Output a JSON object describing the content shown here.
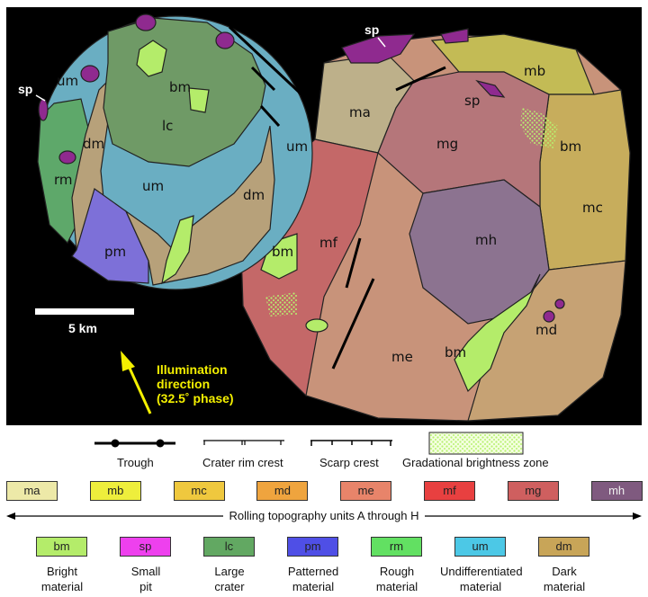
{
  "map": {
    "unit_labels": {
      "um1": "um",
      "um2": "um",
      "um3": "um",
      "dm1": "dm",
      "dm2": "dm",
      "lc": "lc",
      "rm": "rm",
      "pm": "pm",
      "bm1": "bm",
      "bm2": "bm",
      "bm3": "bm",
      "bm4": "bm",
      "sp1": "sp",
      "sp2": "sp",
      "sp3": "sp",
      "ma": "ma",
      "mb": "mb",
      "mc": "mc",
      "md": "md",
      "me": "me",
      "mf": "mf",
      "mg": "mg",
      "mh": "mh"
    },
    "scale_bar": "5 km",
    "illumination": [
      "Illumination",
      "direction",
      "(32.5˚ phase)"
    ]
  },
  "legend": {
    "symbols": [
      "Trough",
      "Crater rim crest",
      "Scarp crest",
      "Gradational brightness zone"
    ],
    "rolling_units": [
      {
        "code": "ma",
        "color": "#ede9a8"
      },
      {
        "code": "mb",
        "color": "#eeee3c"
      },
      {
        "code": "mc",
        "color": "#efc83e"
      },
      {
        "code": "md",
        "color": "#efa43e"
      },
      {
        "code": "me",
        "color": "#e8846a"
      },
      {
        "code": "mf",
        "color": "#e84040"
      },
      {
        "code": "mg",
        "color": "#cf5f5f"
      },
      {
        "code": "mh",
        "color": "#7f5a7f"
      }
    ],
    "rolling_caption": "Rolling topography units A through H",
    "other_units": [
      {
        "code": "bm",
        "color": "#b4ec6a",
        "desc": [
          "Bright",
          "material"
        ]
      },
      {
        "code": "sp",
        "color": "#ee40ee",
        "desc": [
          "Small",
          "pit"
        ]
      },
      {
        "code": "lc",
        "color": "#62a862",
        "desc": [
          "Large",
          "crater"
        ]
      },
      {
        "code": "pm",
        "color": "#4f4fe6",
        "desc": [
          "Patterned",
          "material"
        ]
      },
      {
        "code": "rm",
        "color": "#62e062",
        "desc": [
          "Rough",
          "material"
        ]
      },
      {
        "code": "um",
        "color": "#4cc8e6",
        "desc": [
          "Undifferentiated",
          "material"
        ]
      },
      {
        "code": "dm",
        "color": "#c8a558",
        "desc": [
          "Dark",
          "material"
        ]
      }
    ]
  }
}
